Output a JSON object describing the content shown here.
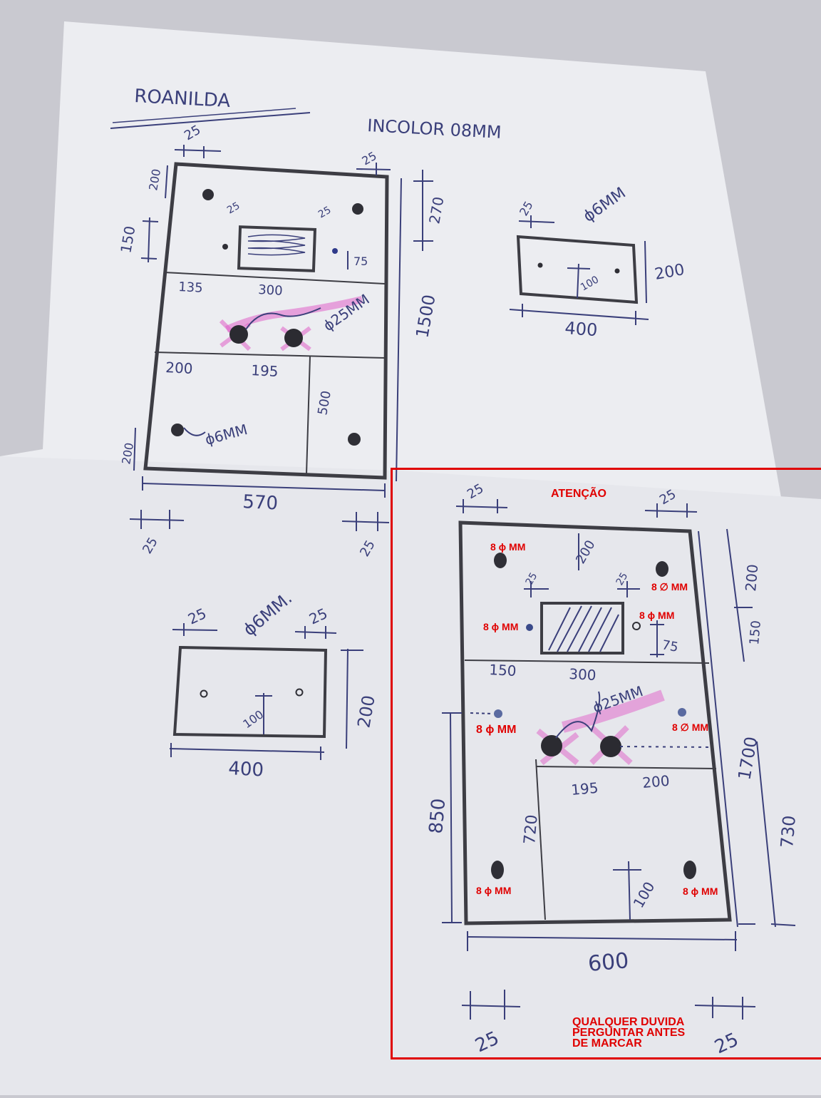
{
  "header": {
    "title": "ROANILDA",
    "subtitle": "INCOLOR 08MM"
  },
  "panel_a": {
    "width": "570",
    "height": "1500",
    "edge_offsets": [
      "25",
      "25",
      "25",
      "25",
      "25"
    ],
    "left_dims": [
      "200",
      "150",
      "200"
    ],
    "right_dim": "270",
    "slot_height": "75",
    "row1": [
      "135",
      "300"
    ],
    "row2": [
      "200",
      "195"
    ],
    "vertical": "500",
    "hole_large": "ϕ25MM",
    "hole_small": "ϕ6MM"
  },
  "panel_b": {
    "hole": "ϕ6MM",
    "edge": "25",
    "width": "400",
    "height": "200",
    "inner": "100"
  },
  "panel_c": {
    "hole": "ϕ6MM.",
    "edge_left": "25",
    "edge_right": "25",
    "width": "400",
    "height": "200",
    "inner": "100"
  },
  "panel_d": {
    "width": "600",
    "height": "1700",
    "top_offsets": [
      "25",
      "25"
    ],
    "bottom_offsets": [
      "25",
      "25"
    ],
    "inner_offsets": [
      "25",
      "25"
    ],
    "top_dim": "200",
    "right_dims": [
      "200",
      "150"
    ],
    "slot_height": "75",
    "row1": [
      "150",
      "300"
    ],
    "row2": [
      "195",
      "200"
    ],
    "left_dim": "850",
    "mid_dim": "720",
    "right_lower": "730",
    "bottom_inner": "100",
    "hole_large": "ϕ25MM"
  },
  "annotations": {
    "attention": "ATENÇÃO",
    "hole_labels": [
      "8 ϕ MM",
      "8 ∅ MM",
      "8 ϕ MM",
      "8 ϕ MM",
      "8 ϕ MM",
      "8 ∅ MM",
      "8 ϕ MM",
      "8 ϕ MM"
    ],
    "note_lines": [
      "QUALQUER DUVIDA",
      "PERGUNTAR ANTES",
      "DE MARCAR"
    ]
  },
  "colors": {
    "paper": "#ecedf1",
    "ink": "#3a3f7a",
    "frame": "#3d3d44",
    "highlight": "#e060c8",
    "annotation": "#e00000"
  }
}
